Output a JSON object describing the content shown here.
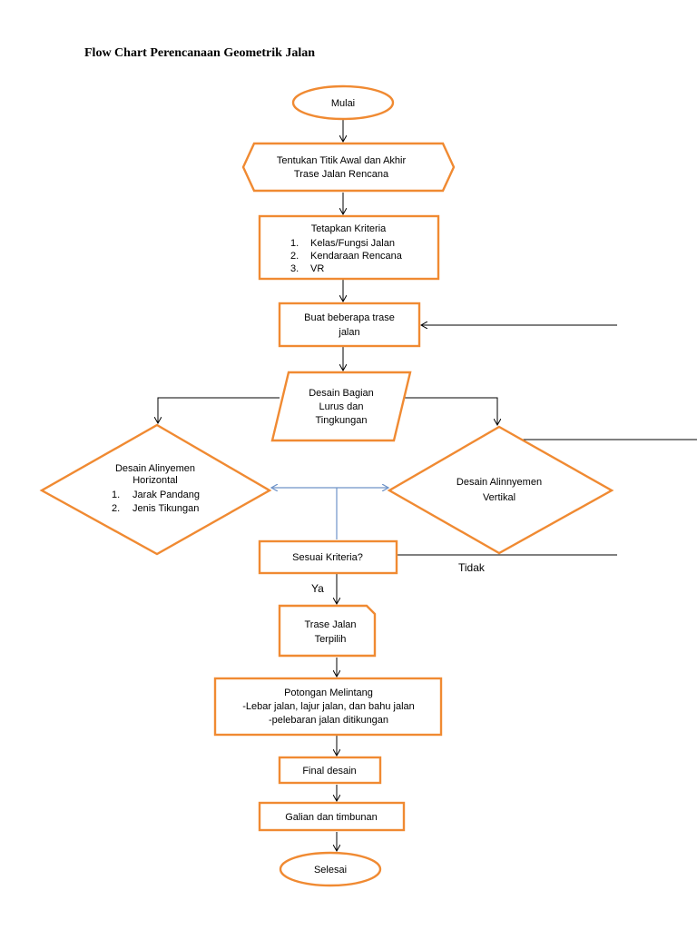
{
  "title": "Flow Chart Perencanaan Geometrik Jalan",
  "colors": {
    "shape_border": "#F08A32",
    "connector": "#000000",
    "feedback_connector": "#6F93C8"
  },
  "nodes": {
    "start": {
      "label": "Mulai"
    },
    "define_points": {
      "line1": "Tentukan Titik Awal dan Akhir",
      "line2": "Trase Jalan Rencana"
    },
    "criteria": {
      "title": "Tetapkan Kriteria",
      "items": [
        {
          "num": "1.",
          "text": "Kelas/Fungsi Jalan"
        },
        {
          "num": "2.",
          "text": "Kendaraan Rencana"
        },
        {
          "num": "3.",
          "text": "VR"
        }
      ]
    },
    "make_routes": {
      "line1": "Buat beberapa trase",
      "line2": "jalan"
    },
    "design_segments": {
      "line1": "Desain Bagian",
      "line2": "Lurus dan",
      "line3": "Tingkungan"
    },
    "horizontal": {
      "line1": "Desain Alinyemen",
      "line2": "Horizontal",
      "items": [
        {
          "num": "1.",
          "text": "Jarak Pandang"
        },
        {
          "num": "2.",
          "text": "Jenis Tikungan"
        }
      ]
    },
    "vertical": {
      "line1": "Desain Alinnyemen",
      "line2": "Vertikal"
    },
    "check": {
      "label": "Sesuai Kriteria?"
    },
    "chosen": {
      "line1": "Trase Jalan",
      "line2": "Terpilih"
    },
    "cross_section": {
      "line1": "Potongan Melintang",
      "line2": "-Lebar jalan, lajur jalan, dan bahu jalan",
      "line3": "-pelebaran jalan ditikungan"
    },
    "final": {
      "label": "Final desain"
    },
    "earthwork": {
      "label": "Galian dan timbunan"
    },
    "end": {
      "label": "Selesai"
    }
  },
  "edge_labels": {
    "yes": "Ya",
    "no": "Tidak"
  }
}
